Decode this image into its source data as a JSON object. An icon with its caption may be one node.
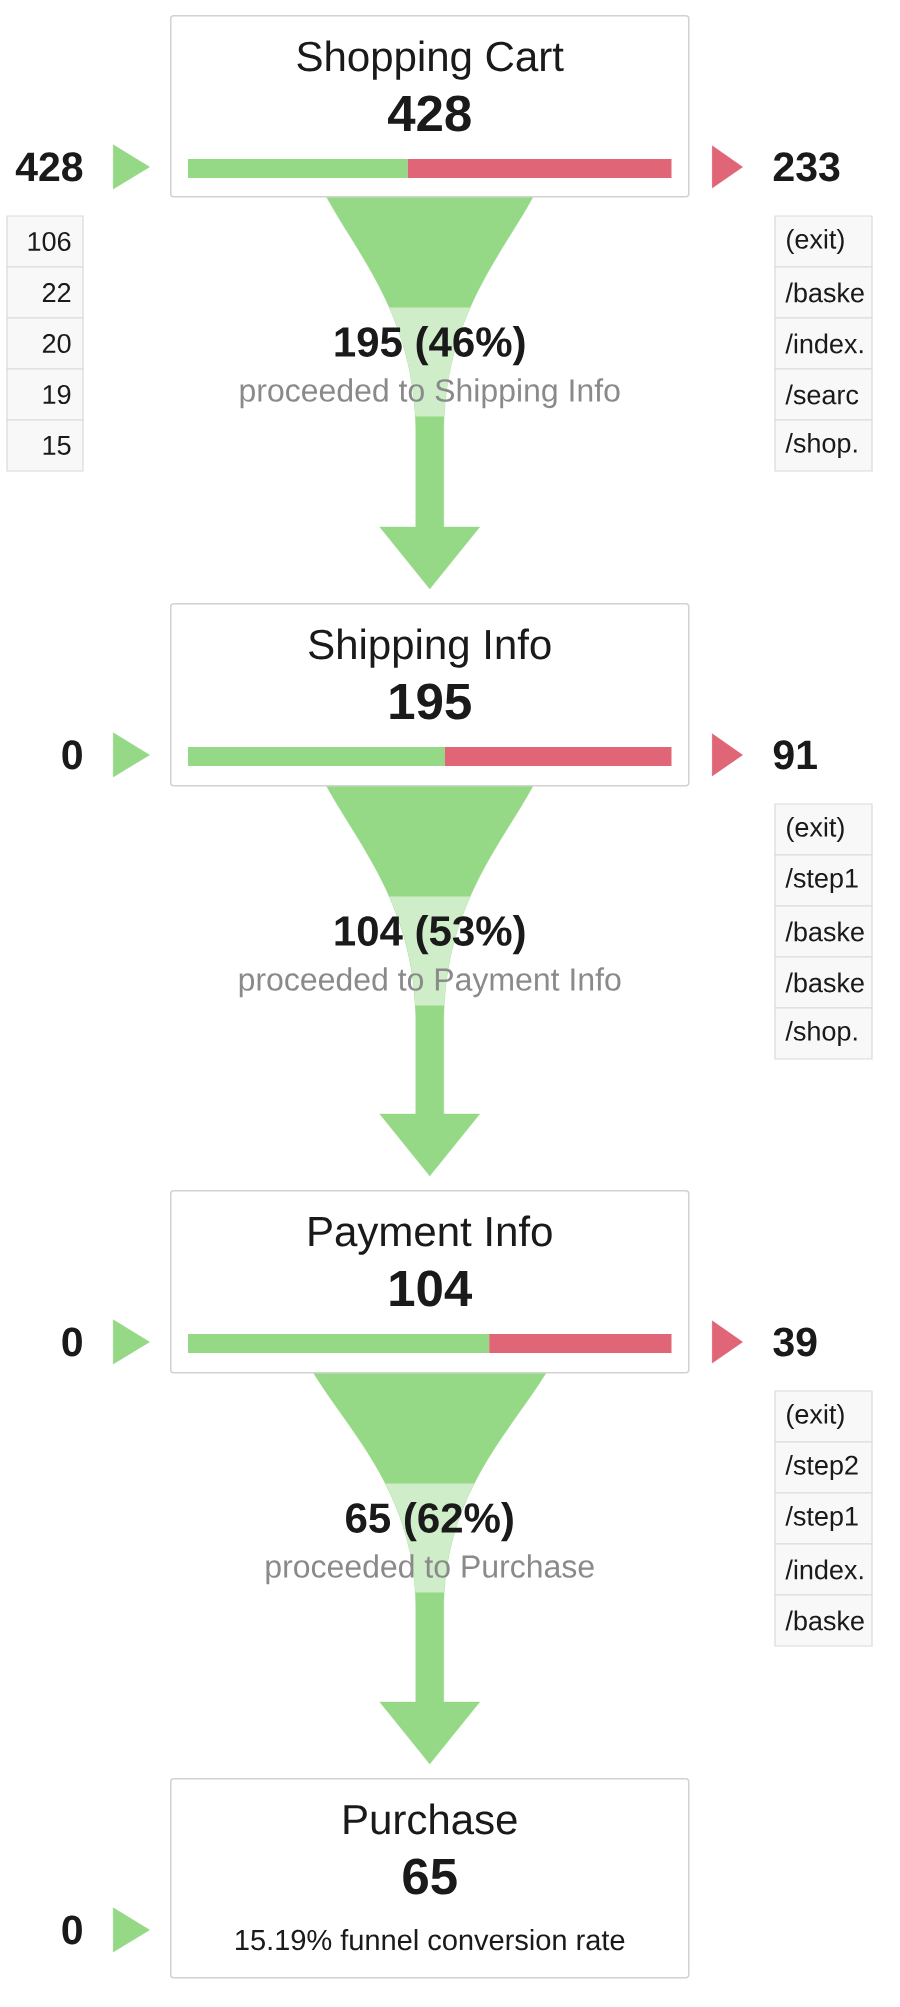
{
  "diagram": {
    "nodes": [
      {
        "text": [
          "Shopping Cart",
          "428"
        ]
      },
      {
        "text": [
          "428"
        ]
      },
      {
        "text": [
          "233"
        ]
      },
      {
        "text": [
          "Shipping Info",
          "195"
        ]
      },
      {
        "text": [
          "0"
        ]
      },
      {
        "text": [
          "91"
        ]
      },
      {
        "text": [
          "Payment Info",
          "104"
        ]
      },
      {
        "text": [
          "0"
        ]
      },
      {
        "text": [
          "39"
        ]
      },
      {
        "text": [
          "Purchase",
          "65",
          "15.19% funnel conversion rate"
        ]
      },
      {
        "text": [
          "0"
        ]
      }
    ],
    "edges": [
      {
        "from": 1,
        "to": 0,
        "arrow": "to"
      },
      {
        "from": 0,
        "to": 2,
        "arrow": "to",
        "color": "#df6577"
      },
      {
        "from": 0,
        "to": 3,
        "arrow": "to",
        "style": "thick",
        "label": "195 (46%)"
      },
      {
        "from": 4,
        "to": 3,
        "arrow": "to"
      },
      {
        "from": 3,
        "to": 5,
        "arrow": "to",
        "color": "#df6577"
      },
      {
        "from": 3,
        "to": 6,
        "arrow": "to",
        "style": "thick",
        "label": "104 (53%)"
      },
      {
        "from": 7,
        "to": 6,
        "arrow": "to"
      },
      {
        "from": 6,
        "to": 8,
        "arrow": "to",
        "color": "#df6577"
      },
      {
        "from": 6,
        "to": 9,
        "arrow": "to",
        "style": "thick",
        "label": "65 (62%)"
      },
      {
        "from": 10,
        "to": 9,
        "arrow": "to"
      }
    ],
    "labels": [
      "106",
      "22",
      "20",
      "19",
      "15",
      "(exit)",
      "/baske",
      "/index.",
      "/searc",
      "/shop.",
      "proceeded to Shipping Info",
      "(exit)",
      "/step1",
      "/baske",
      "/baske",
      "/shop.",
      "proceeded to Payment Info",
      "(exit)",
      "/step2",
      "/step1",
      "/index.",
      "/baske",
      "proceeded to Purchase"
    ]
  }
}
